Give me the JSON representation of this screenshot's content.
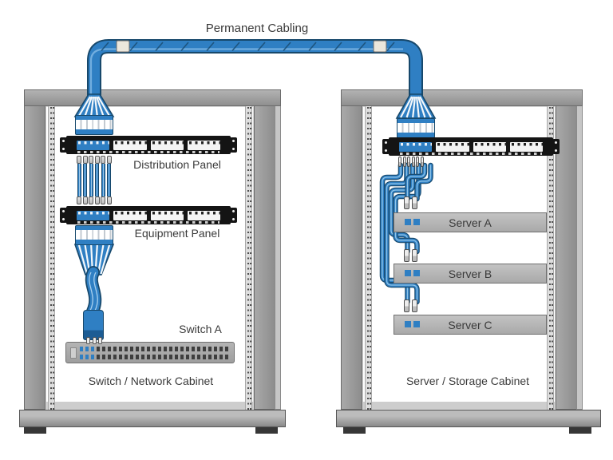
{
  "diagram": {
    "permanent_cabling_label": "Permanent Cabling"
  },
  "left_cabinet": {
    "label": "Switch / Network Cabinet",
    "distribution_panel_label": "Distribution Panel",
    "equipment_panel_label": "Equipment Panel",
    "switch_label": "Switch A"
  },
  "right_cabinet": {
    "label": "Server / Storage Cabinet",
    "servers": [
      {
        "label": "Server A"
      },
      {
        "label": "Server B"
      },
      {
        "label": "Server C"
      }
    ]
  },
  "counts": {
    "patch_cords": 6,
    "trunk_strands": 6,
    "panel_sections_per_panel": 4
  },
  "colors": {
    "cable_blue": "#2f7fc3",
    "cable_outline": "#17486b",
    "cable_highlight": "#8ec4e8",
    "panel_black": "#141414",
    "rack_gray": "#9a9a9a",
    "server_gray": "#b5b5b5",
    "text": "#3a3a3a"
  }
}
